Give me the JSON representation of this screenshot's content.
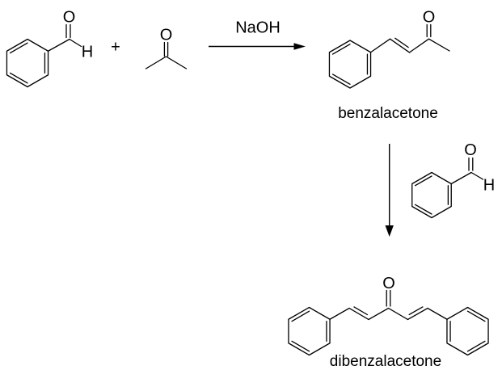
{
  "colors": {
    "background": "#ffffff",
    "ink": "#000000"
  },
  "atoms": {
    "oxygen": "O",
    "hydrogen": "H"
  },
  "reaction": {
    "plus_sign": "+",
    "reagent_above_arrow": "NaOH",
    "intermediate_label": "benzalacetone",
    "final_product_label": "dibenzalacetone"
  }
}
